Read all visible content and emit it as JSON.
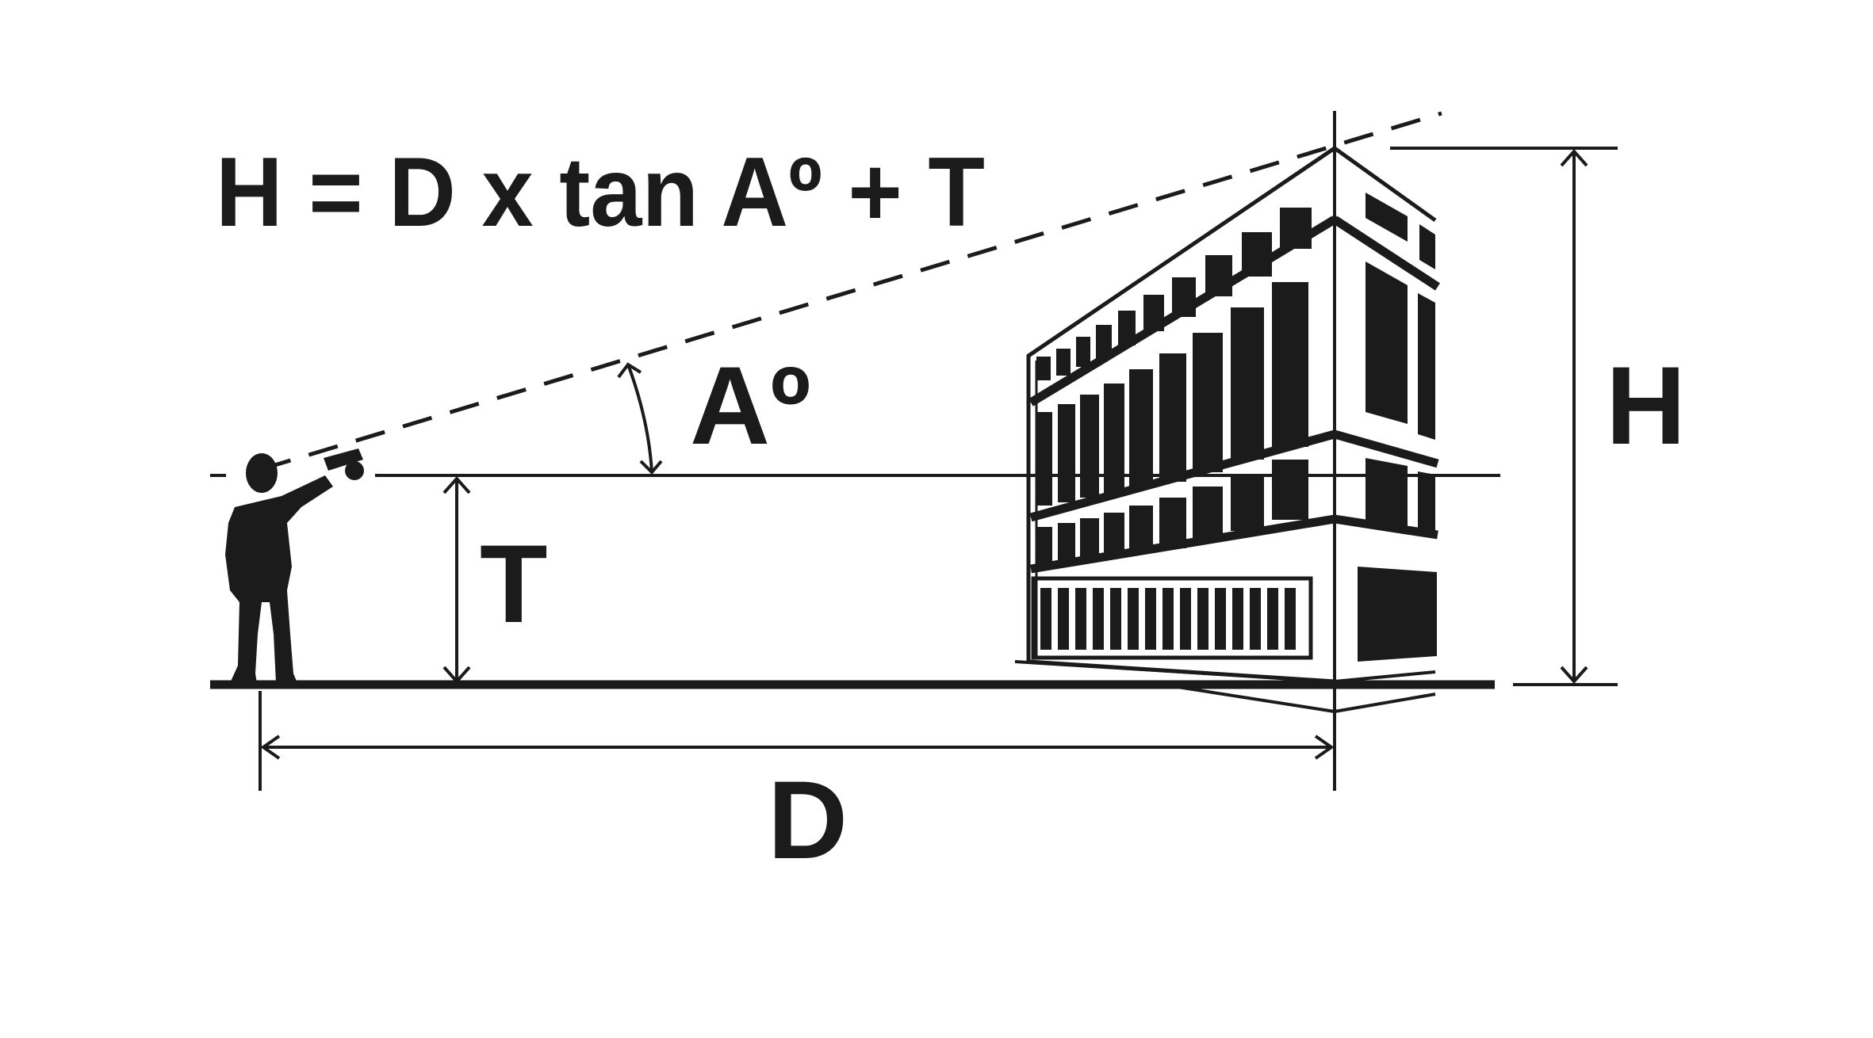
{
  "formula": "H = D x tan Aº + T",
  "labels": {
    "angle": "Aº",
    "observer_height": "T",
    "distance": "D",
    "building_height": "H"
  },
  "colors": {
    "ink": "#1b1b1b",
    "background": "#ffffff"
  },
  "icons": [
    "person-silhouette-icon",
    "clinometer-icon",
    "building-icon"
  ]
}
